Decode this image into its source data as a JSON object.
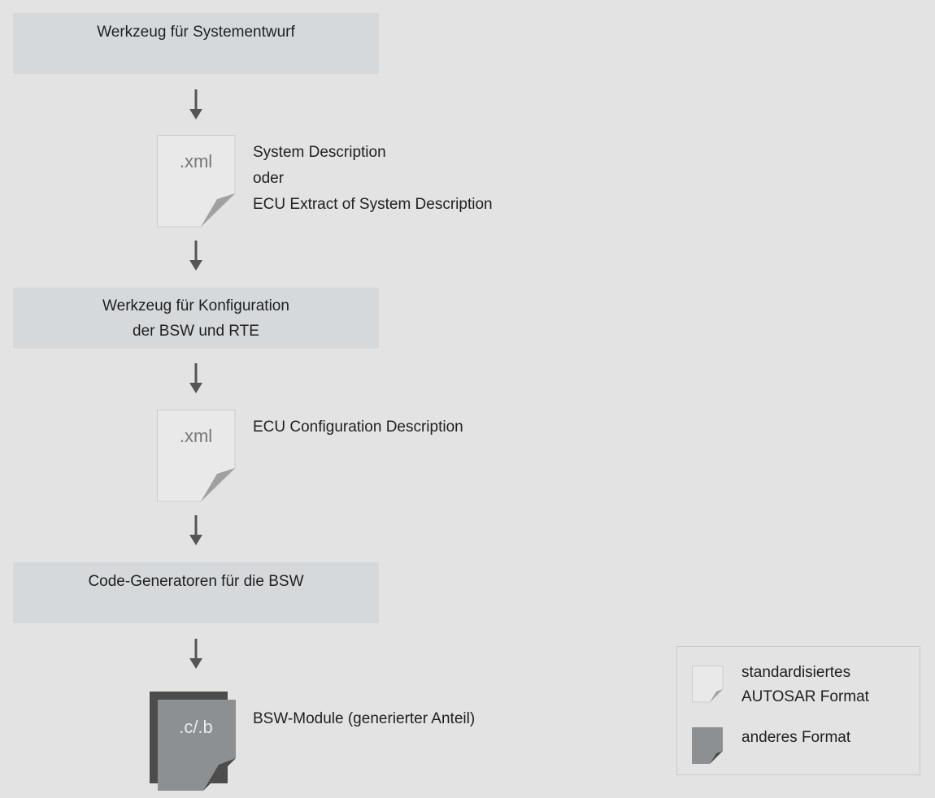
{
  "boxes": {
    "system_design_tool": "Werkzeug für Systementwurf",
    "config_tool": [
      "Werkzeug für Konfiguration",
      "der BSW und RTE"
    ],
    "code_generators": "Code-Generatoren für die BSW"
  },
  "documents": {
    "system_description": {
      "format": ".xml",
      "lines": [
        "System Description",
        "oder",
        "ECU Extract of System Description"
      ]
    },
    "ecu_configuration": {
      "format": ".xml",
      "lines": [
        "ECU Configuration Description"
      ]
    },
    "bsw_modules": {
      "format": ".c/.b",
      "lines": [
        "BSW-Module (generierter Anteil)"
      ]
    }
  },
  "legend": {
    "standard": [
      "standardisiertes",
      "AUTOSAR Format"
    ],
    "other": "anderes Format"
  },
  "colors": {
    "background": "#e3e3e3",
    "box_fill": "#d6d9dc",
    "arrow": "#555555",
    "doc_light": "#e9e9e9",
    "doc_fold_light": "#a0a0a0",
    "doc_dark": "#8c9093",
    "doc_dark_back": "#4c4c4c"
  }
}
